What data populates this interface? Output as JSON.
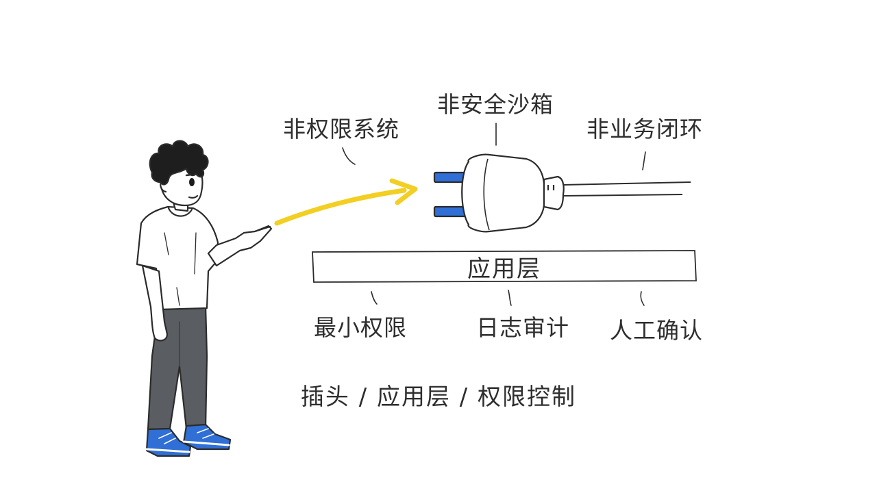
{
  "labels": {
    "non_permission_system": "非权限系统",
    "non_security_sandbox": "非安全沙箱",
    "non_business_loop": "非业务闭环",
    "app_layer": "应用层",
    "least_privilege": "最小权限",
    "log_audit": "日志审计",
    "human_confirm": "人工确认",
    "footer": "插头 / 应用层 / 权限控制"
  },
  "colors": {
    "arrow": "#f2cf22",
    "plug_pins": "#2f6fd6",
    "shoes": "#2f6fd6",
    "pants": "#5a5d62",
    "ink": "#2b2b2b"
  }
}
